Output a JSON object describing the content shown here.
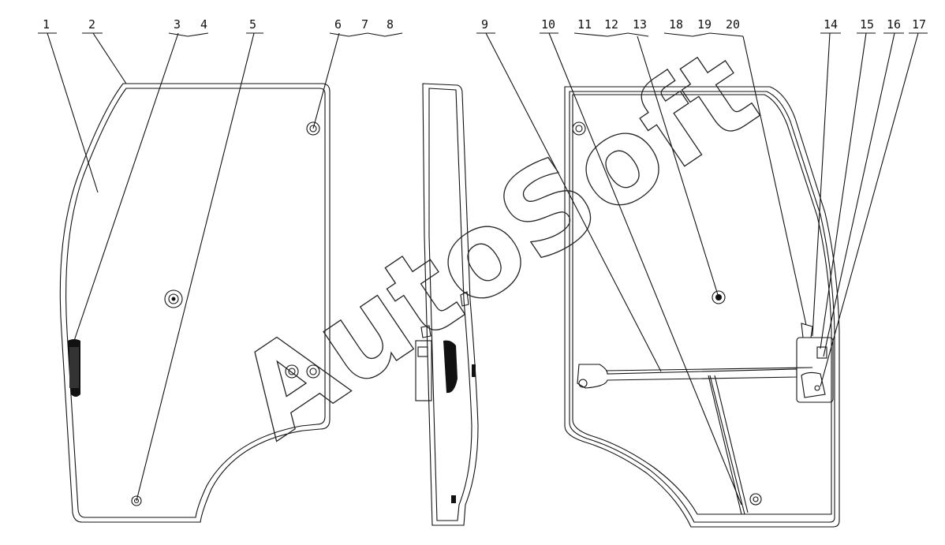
{
  "diagram": {
    "callouts": [
      "1",
      "2",
      "3",
      "4",
      "5",
      "6",
      "7",
      "8",
      "9",
      "10",
      "11",
      "12",
      "13",
      "14",
      "15",
      "16",
      "17",
      "18",
      "19",
      "20"
    ],
    "watermark": "AutoSoft"
  }
}
